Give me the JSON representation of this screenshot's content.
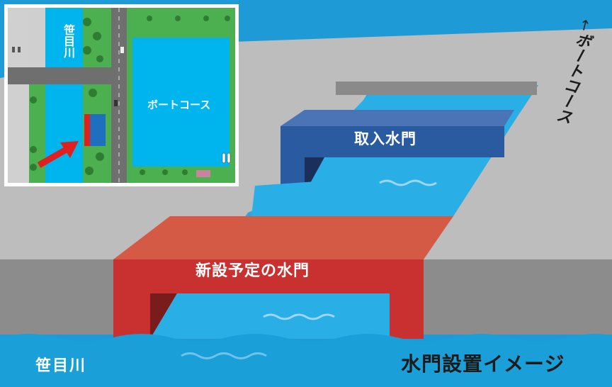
{
  "labels": {
    "new_gate": "新設予定の水門",
    "intake_gate": "取入水門",
    "river": "笹目川",
    "caption": "水門設置イメージ",
    "boat_course_vertical": "ボートコース"
  },
  "inset_map": {
    "canal_label": "笹目川",
    "course_label": "ボートコース"
  },
  "colors": {
    "water_light": "#29aee6",
    "water_dark": "#1a9fd8",
    "sky_blue": "#1e9ad6",
    "gate_red": "#c93131",
    "gate_red_top": "#d45a45",
    "gate_navy": "#2a5aa0",
    "gate_navy_top": "#4a74b6",
    "concrete": "#bdbdbd",
    "concrete_dark": "#8c8c8c",
    "map_water": "#00b4ee",
    "map_grass": "#4caf50",
    "map_road": "#6f6f6f"
  },
  "icons": [
    "arrow-up-icon",
    "pointer-arrow-icon",
    "boat-icon",
    "tree-icon",
    "car-icon"
  ]
}
